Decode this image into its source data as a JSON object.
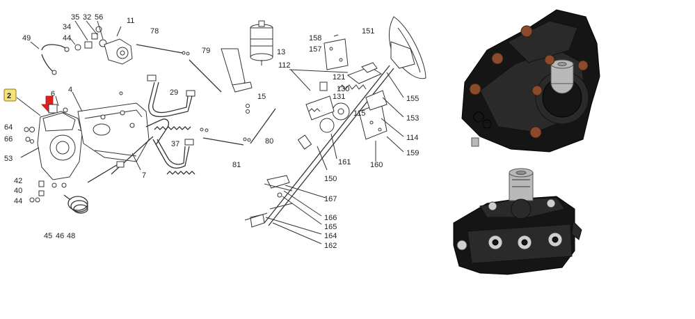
{
  "diagram": {
    "highlight": {
      "label": "2",
      "color": "#f6e27a"
    },
    "arrow_color": "#e02020",
    "callouts": [
      {
        "id": "c35",
        "text": "35"
      },
      {
        "id": "c32",
        "text": "32"
      },
      {
        "id": "c56",
        "text": "56"
      },
      {
        "id": "c11",
        "text": "11"
      },
      {
        "id": "c34",
        "text": "34"
      },
      {
        "id": "c44a",
        "text": "44"
      },
      {
        "id": "c49",
        "text": "49"
      },
      {
        "id": "c78",
        "text": "78"
      },
      {
        "id": "c79",
        "text": "79"
      },
      {
        "id": "c13",
        "text": "13"
      },
      {
        "id": "c15",
        "text": "15"
      },
      {
        "id": "c6",
        "text": "6"
      },
      {
        "id": "c4",
        "text": "4"
      },
      {
        "id": "c29",
        "text": "29"
      },
      {
        "id": "c64",
        "text": "64"
      },
      {
        "id": "c66",
        "text": "66"
      },
      {
        "id": "c53",
        "text": "53"
      },
      {
        "id": "c37",
        "text": "37"
      },
      {
        "id": "c7",
        "text": "7"
      },
      {
        "id": "c80",
        "text": "80"
      },
      {
        "id": "c81",
        "text": "81"
      },
      {
        "id": "c42",
        "text": "42"
      },
      {
        "id": "c40",
        "text": "40"
      },
      {
        "id": "c44b",
        "text": "44"
      },
      {
        "id": "c45",
        "text": "45"
      },
      {
        "id": "c46",
        "text": "46"
      },
      {
        "id": "c48",
        "text": "48"
      },
      {
        "id": "c158",
        "text": "158"
      },
      {
        "id": "c157",
        "text": "157"
      },
      {
        "id": "c151",
        "text": "151"
      },
      {
        "id": "c112",
        "text": "112"
      },
      {
        "id": "c121",
        "text": "121"
      },
      {
        "id": "c130",
        "text": "130"
      },
      {
        "id": "c131",
        "text": "131"
      },
      {
        "id": "c155",
        "text": "155"
      },
      {
        "id": "c115",
        "text": "115"
      },
      {
        "id": "c153",
        "text": "153"
      },
      {
        "id": "c114",
        "text": "114"
      },
      {
        "id": "c159",
        "text": "159"
      },
      {
        "id": "c161",
        "text": "161"
      },
      {
        "id": "c160",
        "text": "160"
      },
      {
        "id": "c150",
        "text": "150"
      },
      {
        "id": "c167",
        "text": "167"
      },
      {
        "id": "c166",
        "text": "166"
      },
      {
        "id": "c165",
        "text": "165"
      },
      {
        "id": "c164",
        "text": "164"
      },
      {
        "id": "c162",
        "text": "162"
      }
    ]
  }
}
